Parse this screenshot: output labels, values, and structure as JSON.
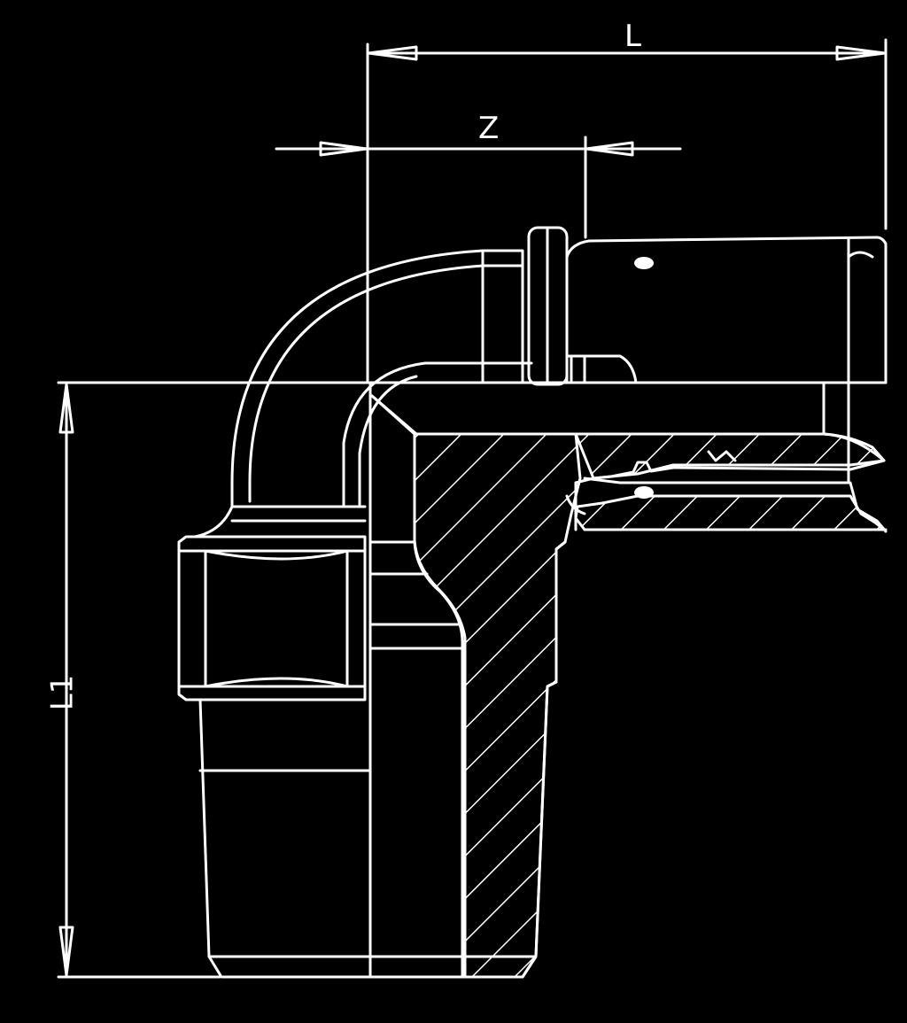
{
  "dimensions": {
    "L": "L",
    "Z": "Z",
    "L1": "L1"
  },
  "colors": {
    "background": "#000000",
    "line": "#ffffff"
  }
}
